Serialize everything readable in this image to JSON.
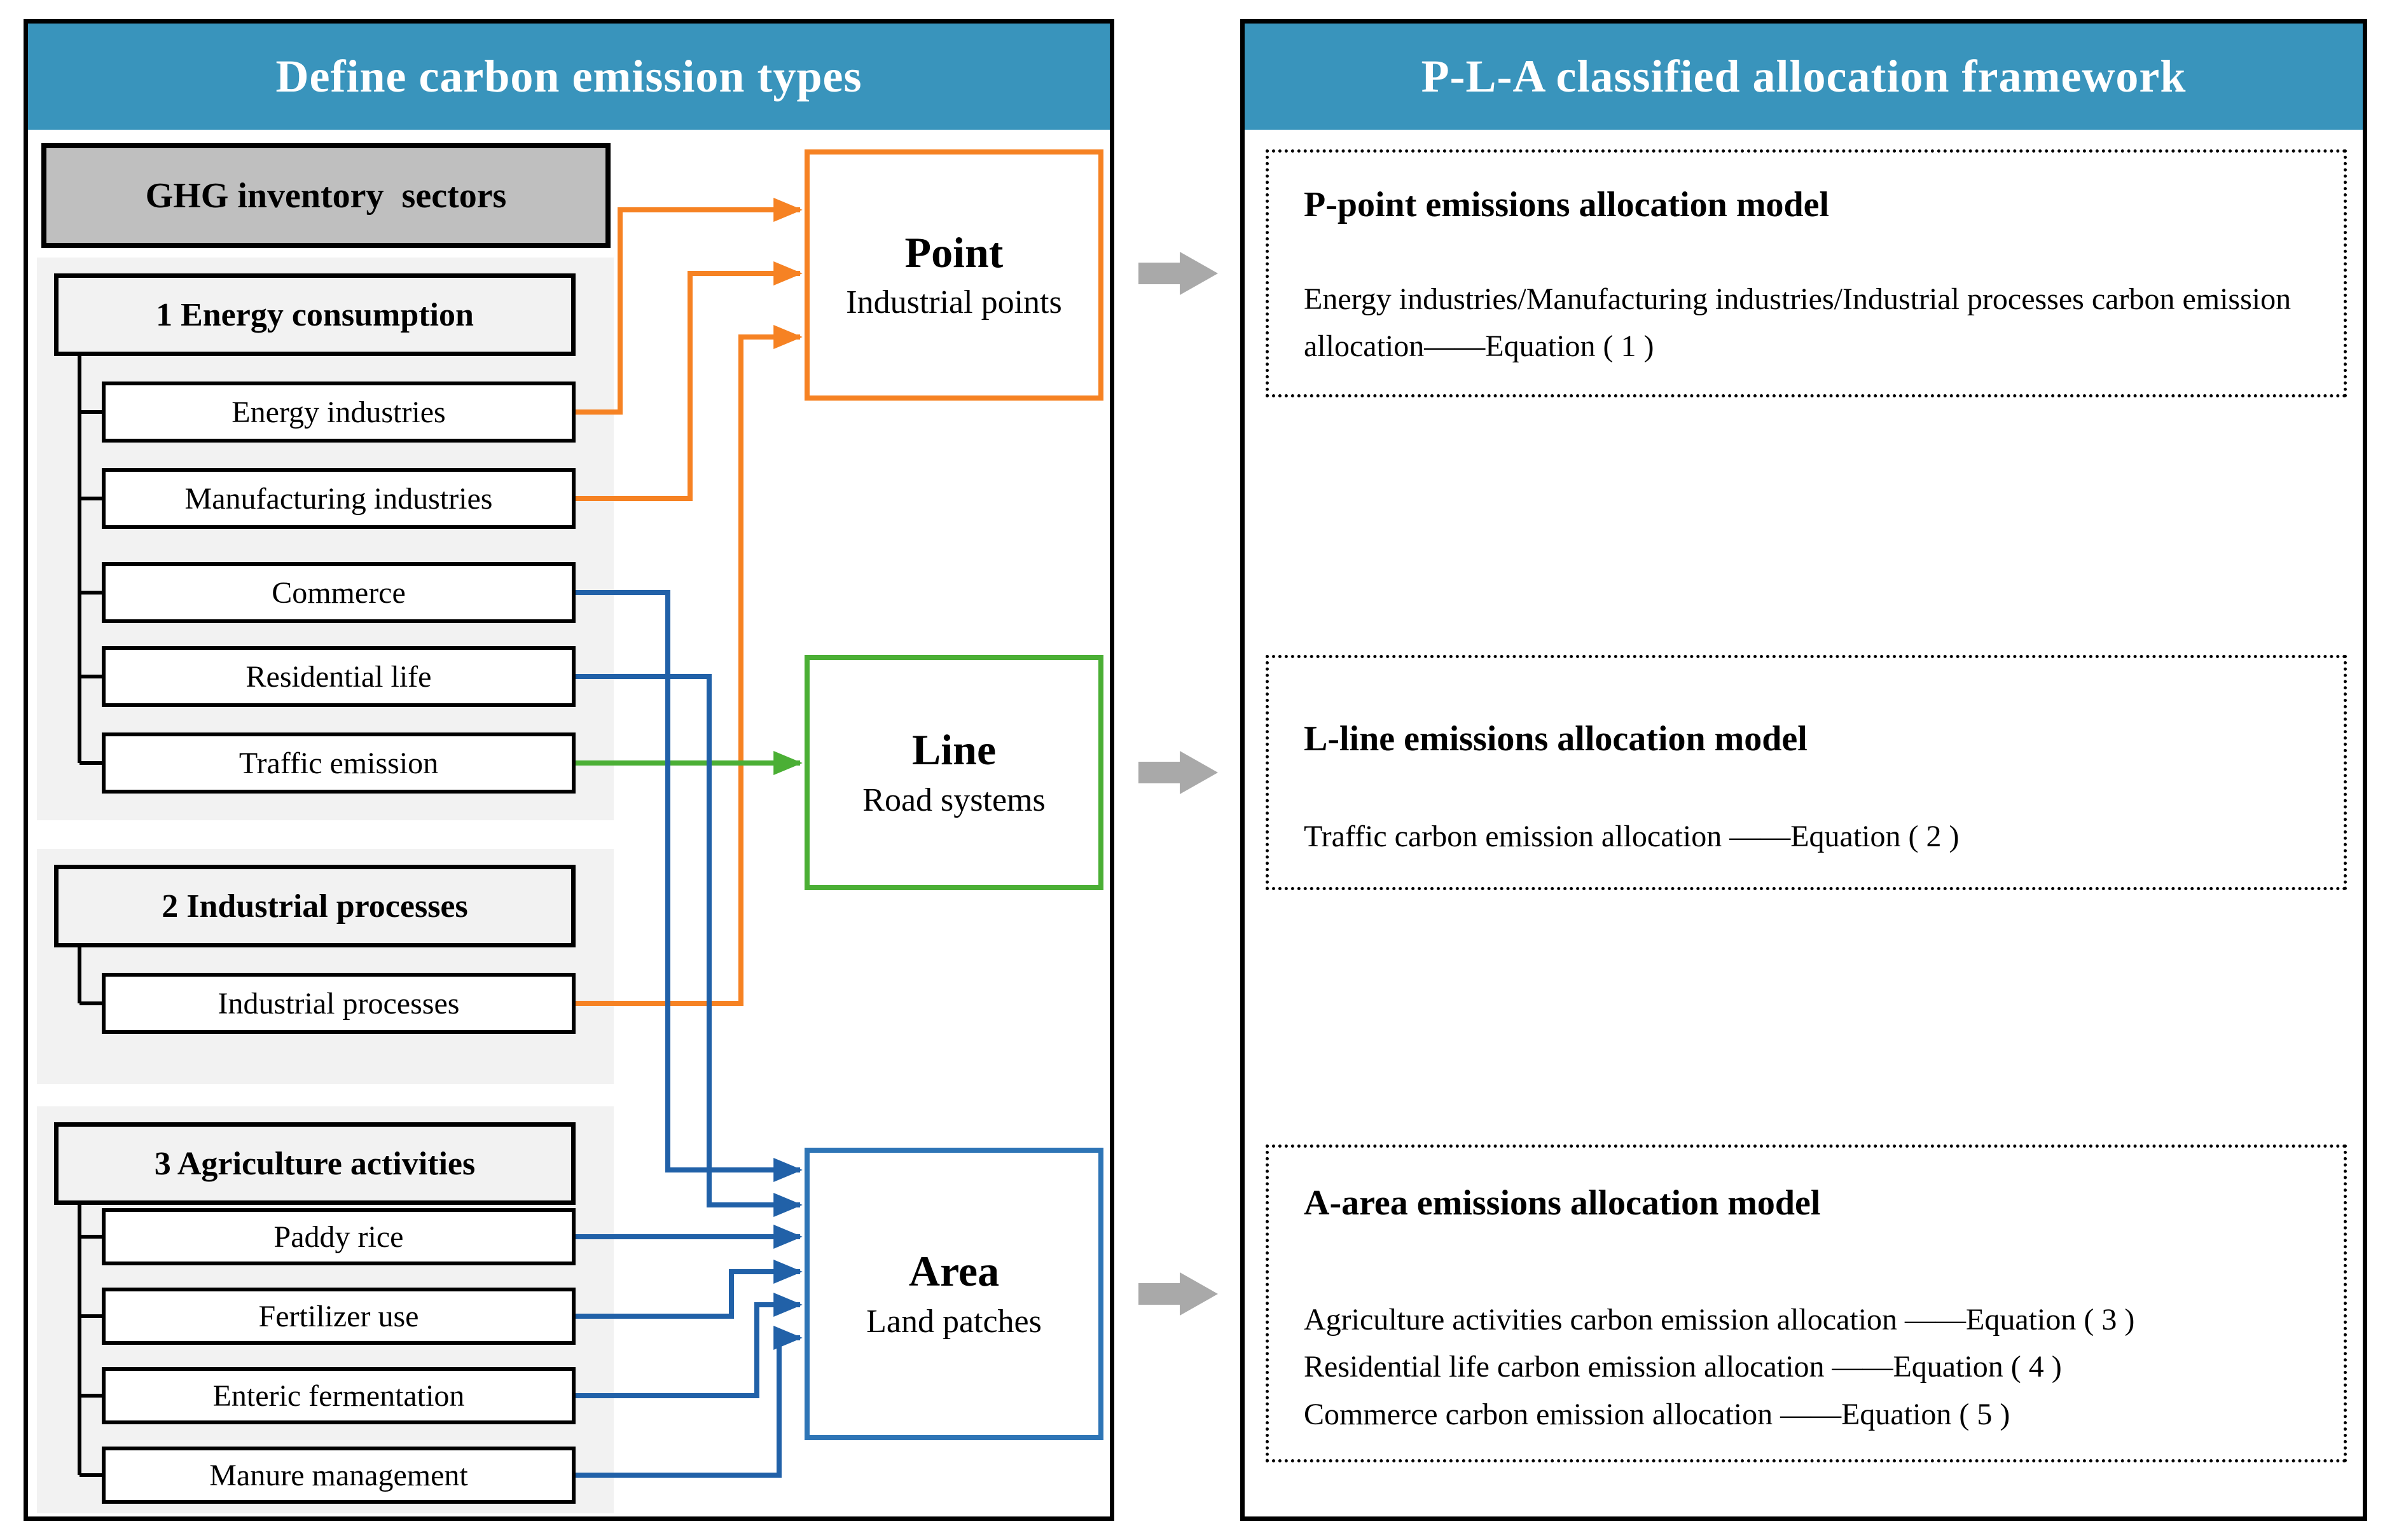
{
  "left_panel": {
    "title": "Define carbon emission types",
    "root_box": "GHG inventory  sectors",
    "groups": [
      {
        "label": "1 Energy consumption",
        "children": [
          "Energy industries",
          "Manufacturing industries",
          "Commerce",
          "Residential life",
          "Traffic emission"
        ]
      },
      {
        "label": "2 Industrial processes",
        "children": [
          "Industrial processes"
        ]
      },
      {
        "label": "3 Agriculture activities",
        "children": [
          "Paddy rice",
          "Fertilizer use",
          "Enteric fermentation",
          "Manure management"
        ]
      }
    ],
    "type_boxes": [
      {
        "name": "Point",
        "subtitle": "Industrial points"
      },
      {
        "name": "Line",
        "subtitle": "Road systems"
      },
      {
        "name": "Area",
        "subtitle": "Land patches"
      }
    ]
  },
  "right_panel": {
    "title": "P-L-A classified allocation framework",
    "models": [
      {
        "title": "P-point emissions allocation model",
        "lines": [
          "Energy industries/Manufacturing industries/Industrial processes carbon emission allocation——Equation ( 1 )"
        ]
      },
      {
        "title": "L-line emissions allocation model",
        "lines": [
          "Traffic carbon emission allocation ——Equation ( 2 )"
        ]
      },
      {
        "title": "A-area emissions allocation model",
        "lines": [
          "Agriculture activities carbon emission allocation ——Equation ( 3 )",
          "Residential life carbon emission allocation ——Equation ( 4 )",
          "Commerce carbon emission allocation ——Equation ( 5 )"
        ]
      }
    ]
  },
  "colors": {
    "header_bg": "#3994BC",
    "point_orange": "#F68223",
    "line_green": "#4BAF35",
    "area_border_blue": "#2E75B6",
    "arrow_blue": "#2161A8",
    "flow_arrow_gray": "#A9A9A9",
    "root_box_gray": "#BFBFBF"
  }
}
